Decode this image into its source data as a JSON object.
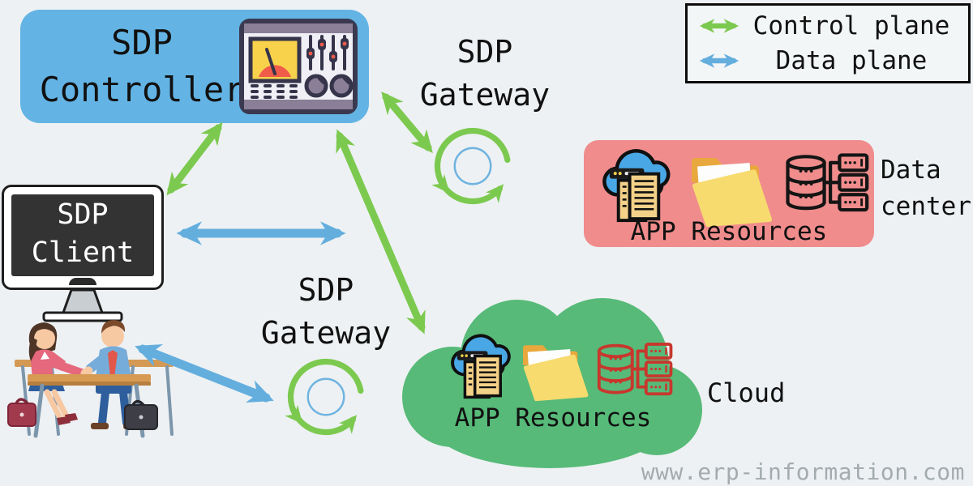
{
  "page": {
    "watermark": "www.erp-information.com"
  },
  "legend": {
    "items": [
      {
        "label": "Control plane",
        "color": "#7CC94F",
        "icon": "double-arrow-icon"
      },
      {
        "label": "Data plane",
        "color": "#64AEDE",
        "icon": "double-arrow-icon"
      }
    ]
  },
  "nodes": {
    "controller": {
      "label": "SDP Controller",
      "bg": "#63B4E4",
      "icon": "control-panel-icon"
    },
    "client": {
      "label": "SDP Client",
      "screen_bg": "#333333",
      "icon": "monitor-icon"
    },
    "gateway_top": {
      "label": "SDP Gateway",
      "icon": "sync-cycle-icon"
    },
    "gateway_bottom": {
      "label": "SDP Gateway",
      "icon": "sync-cycle-icon"
    },
    "data_center": {
      "resources_label": "APP Resources",
      "caption": "Data center",
      "bg": "#F08C8C",
      "icons": [
        "cloud-docs-icon",
        "folder-icon",
        "database-servers-icon"
      ]
    },
    "cloud": {
      "resources_label": "APP Resources",
      "caption": "Cloud",
      "bg": "#57BA78",
      "icons": [
        "cloud-docs-icon",
        "folder-icon",
        "database-servers-icon"
      ]
    },
    "users": {
      "icon": "people-meeting-icon"
    }
  },
  "connections": [
    {
      "from": "SDP Client",
      "to": "SDP Controller",
      "plane": "Control plane"
    },
    {
      "from": "SDP Controller",
      "to": "SDP Gateway (top)",
      "plane": "Control plane"
    },
    {
      "from": "SDP Controller",
      "to": "Cloud",
      "plane": "Control plane"
    },
    {
      "from": "SDP Client",
      "to": "SDP Gateway (top)",
      "plane": "Data plane"
    },
    {
      "from": "Users",
      "to": "SDP Gateway (bottom)",
      "plane": "Data plane"
    }
  ],
  "colors": {
    "bg": "#EDF1F3",
    "text": "#111111",
    "arrow_green": "#7CC94F",
    "arrow_blue": "#64AEDE",
    "controller_bg": "#63B4E4",
    "datacenter_bg": "#F08C8C",
    "cloud_bg": "#57BA78",
    "screen_bg": "#333333",
    "sync_inner": "#6FB3E0",
    "watermark_color": "#A4ABAF"
  }
}
